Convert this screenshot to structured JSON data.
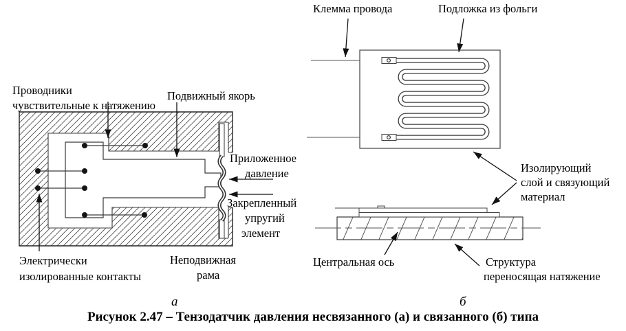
{
  "figure": {
    "caption": "Рисунок 2.47 – Тензодатчик давления несвязанного (а) и связанного (б) типа",
    "colors": {
      "line": "#3a3a3a",
      "text": "#000000",
      "background": "#ffffff"
    },
    "left": {
      "sublabel": "а",
      "labels": {
        "conductors_1": "Проводники",
        "conductors_2": "чувствительные к натяжению",
        "armature": "Подвижный якорь",
        "pressure_1": "Приложенное",
        "pressure_2": "давление",
        "elastic_1": "Закрепленный",
        "elastic_2": "упругий",
        "elastic_3": "элемент",
        "frame_1": "Неподвижная",
        "frame_2": "рама",
        "contacts_1": "Электрически",
        "contacts_2": "изолированные контакты"
      }
    },
    "right": {
      "sublabel": "б",
      "labels": {
        "terminal": "Клемма провода",
        "substrate": "Подложка из фольги",
        "insulating_1": "Изолирующий",
        "insulating_2": "слой и связующий",
        "insulating_3": "материал",
        "axis": "Центральная ось",
        "structure_1": "Структура",
        "structure_2": "переносящая натяжение"
      }
    }
  }
}
